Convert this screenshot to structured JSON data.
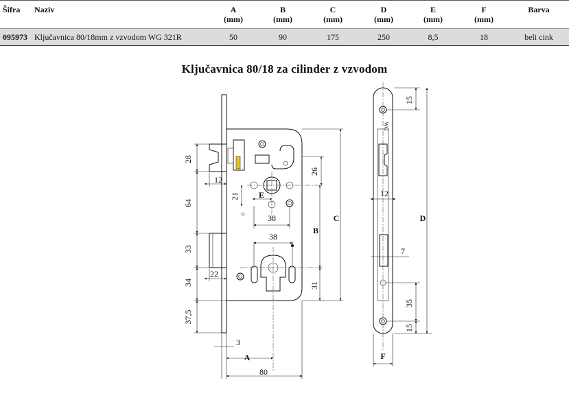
{
  "table": {
    "headers": {
      "sku": "Šifra",
      "name": "Naziv",
      "a": "A",
      "b": "B",
      "c": "C",
      "d": "D",
      "e": "E",
      "f": "F",
      "unit": "(mm)",
      "color": "Barva"
    },
    "row": {
      "sku": "095973",
      "name": "Ključavnica 80/18mm z vzvodom  WG 321R",
      "a": "50",
      "b": "90",
      "c": "175",
      "d": "250",
      "e": "8,5",
      "f": "18",
      "color": "beli cink"
    }
  },
  "drawing": {
    "title": "Ključavnica 80/18 za cilinder z vzvodom",
    "brand_mark": "WG",
    "front_dims": {
      "d28": "28",
      "d12": "12",
      "d64": "64",
      "d33": "33",
      "d34": "34",
      "d22": "22",
      "d375": "37,5",
      "d3": "3",
      "dA": "A",
      "d80": "80",
      "d26": "26",
      "d21": "21",
      "dE": "E",
      "d38a": "38",
      "d38b": "38",
      "dB": "B",
      "dC": "C",
      "d31": "31"
    },
    "side_dims": {
      "d15top": "15",
      "d12": "12",
      "dD": "D",
      "d7": "7",
      "d35": "35",
      "d15bot": "15",
      "dF": "F"
    }
  }
}
